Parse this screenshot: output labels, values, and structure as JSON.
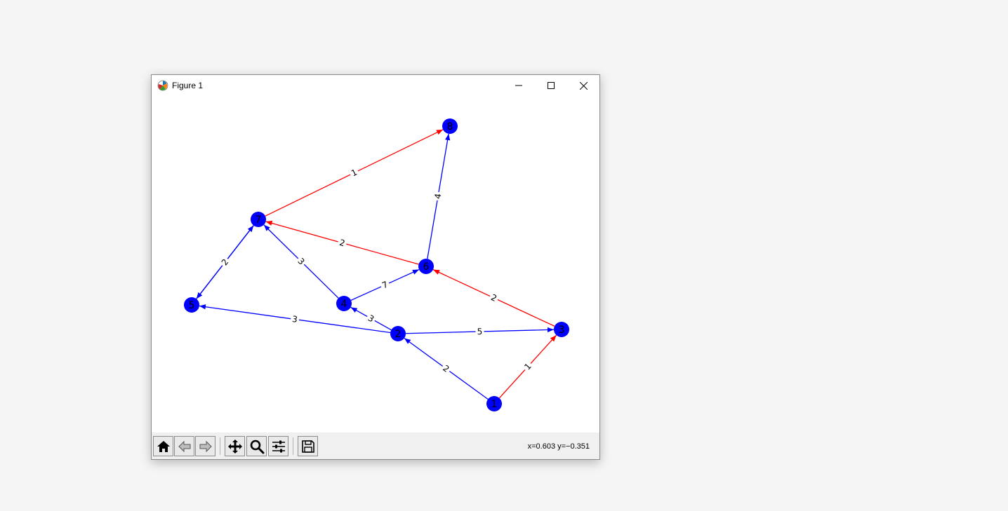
{
  "window": {
    "title": "Figure 1",
    "icon": "matplotlib-icon"
  },
  "controls": {
    "minimize": "minimize-icon",
    "maximize": "maximize-icon",
    "close": "close-icon"
  },
  "colors": {
    "node": "#0000ff",
    "edge_default": "#0000ff",
    "edge_highlight": "#ff0000",
    "toolbar_bg": "#f0f0f0"
  },
  "toolbar": {
    "buttons": [
      {
        "name": "home",
        "icon": "home-icon"
      },
      {
        "name": "back",
        "icon": "back-arrow-icon"
      },
      {
        "name": "forward",
        "icon": "forward-arrow-icon"
      },
      {
        "name": "pan",
        "icon": "move-icon"
      },
      {
        "name": "zoom",
        "icon": "magnifier-icon"
      },
      {
        "name": "configure-subplots",
        "icon": "sliders-icon"
      },
      {
        "name": "save",
        "icon": "floppy-disk-icon"
      }
    ],
    "coordinates": "x=0.603 y=−0.351"
  },
  "graph": {
    "nodes": [
      {
        "id": "1"
      },
      {
        "id": "2"
      },
      {
        "id": "3"
      },
      {
        "id": "4"
      },
      {
        "id": "5"
      },
      {
        "id": "6"
      },
      {
        "id": "7"
      },
      {
        "id": "8"
      }
    ],
    "edges": [
      {
        "from": "1",
        "to": "3",
        "weight": "1",
        "highlight": true
      },
      {
        "from": "1",
        "to": "2",
        "weight": "2",
        "highlight": false
      },
      {
        "from": "2",
        "to": "3",
        "weight": "5",
        "highlight": false
      },
      {
        "from": "2",
        "to": "4",
        "weight": "3",
        "highlight": false
      },
      {
        "from": "2",
        "to": "5",
        "weight": "3",
        "highlight": false
      },
      {
        "from": "3",
        "to": "6",
        "weight": "2",
        "highlight": true
      },
      {
        "from": "4",
        "to": "6",
        "weight": "7",
        "highlight": false
      },
      {
        "from": "4",
        "to": "7",
        "weight": "3",
        "highlight": false
      },
      {
        "from": "5",
        "to": "7",
        "weight": "2",
        "highlight": false
      },
      {
        "from": "7",
        "to": "5",
        "weight": "",
        "highlight": false
      },
      {
        "from": "6",
        "to": "7",
        "weight": "2",
        "highlight": true
      },
      {
        "from": "6",
        "to": "8",
        "weight": "4",
        "highlight": false
      },
      {
        "from": "7",
        "to": "8",
        "weight": "1",
        "highlight": true
      }
    ]
  }
}
